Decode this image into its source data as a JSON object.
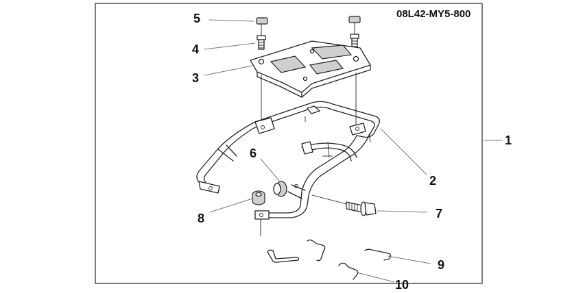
{
  "diagram": {
    "part_code": "08L42-MY5-800",
    "parts": [
      {
        "id": "p1",
        "label": "1"
      },
      {
        "id": "p2",
        "label": "2"
      },
      {
        "id": "p3",
        "label": "3"
      },
      {
        "id": "p4",
        "label": "4"
      },
      {
        "id": "p5",
        "label": "5"
      },
      {
        "id": "p6",
        "label": "6"
      },
      {
        "id": "p7",
        "label": "7"
      },
      {
        "id": "p8",
        "label": "8"
      },
      {
        "id": "p9",
        "label": "9"
      },
      {
        "id": "p10",
        "label": "10"
      }
    ]
  },
  "colors": {
    "line": "#222222",
    "leader": "#777777",
    "shade": "#cfcfcf",
    "background": "#ffffff"
  }
}
